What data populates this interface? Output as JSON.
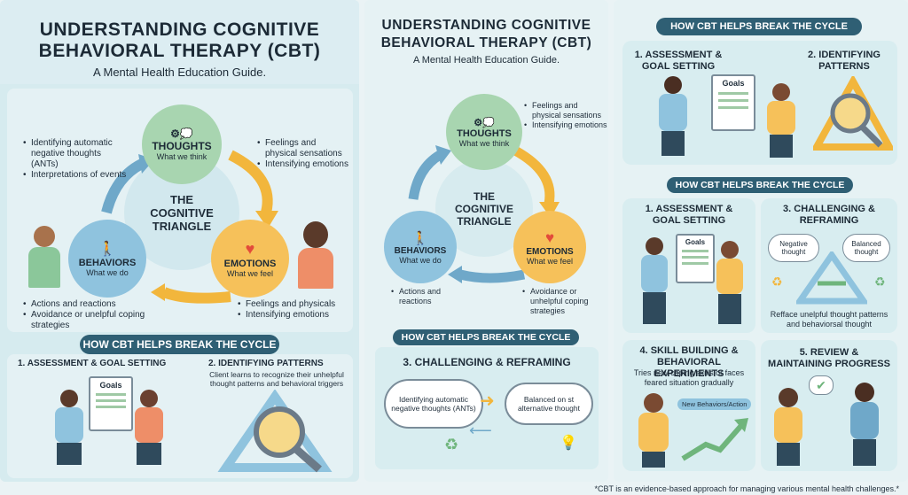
{
  "panel1": {
    "title_line1": "UNDERSTANDING COGNITIVE",
    "title_line2": "BEHAVIORAL THERAPY (CBT)",
    "subtitle": "A Mental Health Education Guide.",
    "center": [
      "THE",
      "COGNITIVE",
      "TRIANGLE"
    ],
    "thoughts": {
      "label": "THOUGHTS",
      "sub": "What we think"
    },
    "emotions": {
      "label": "EMOTIONS",
      "sub": "What we feel"
    },
    "behaviors": {
      "label": "BEHAVIORS",
      "sub": "What we do"
    },
    "left_bullets": [
      "Identifying automatic negative thoughts (ANTs)",
      "Interpretations of events"
    ],
    "right_bullets": [
      "Feelings and physical sensations",
      "Intensifying emotions"
    ],
    "bottom_left_bullets": [
      "Actions and reactions",
      "Avoidance or unelpful coping strategies"
    ],
    "bottom_right_bullets": [
      "Feelings and physicals",
      "Intensifying emotions"
    ],
    "band": "HOW CBT HELPS BREAK THE CYCLE",
    "step1": "1. ASSESSMENT & GOAL SETTING",
    "step2": "2. IDENTIFYING PATTERNS",
    "step2_body": "Client learns to recognize their unhelpful thought patterns and behavioral triggers",
    "goals": "Goals"
  },
  "panel2": {
    "title_line1": "UNDERSTANDING COGNITIVE",
    "title_line2": "BEHAVIORAL THERAPY (CBT)",
    "subtitle": "A Mental Health Education Guide.",
    "center": [
      "THE",
      "COGNITIVE",
      "TRIANGLE"
    ],
    "thoughts": {
      "label": "THOUGHTS",
      "sub": "What we think"
    },
    "emotions": {
      "label": "EMOTIONS",
      "sub": "What we feel"
    },
    "behaviors": {
      "label": "BEHAVIORS",
      "sub": "What we do"
    },
    "top_bullets": [
      "Feelings and physical sensations",
      "Intensifying emotions"
    ],
    "left_bullets": [
      "Actions and reactions"
    ],
    "right_bullets": [
      "Avoidance or unhelpful coping strategies"
    ],
    "band": "HOW CBT HELPS BREAK THE CYCLE",
    "step3": "3. CHALLENGING & REFRAMING",
    "cloud_left": "Identifying automatic negative thoughts (ANTs)",
    "cloud_right": "Balanced on st alternative thought"
  },
  "panel3": {
    "band_top": "HOW CBT HELPS BREAK THE CYCLE",
    "s1": "1. ASSESSMENT & GOAL SETTING",
    "s2": "2. IDENTIFYING PATTERNS",
    "goals": "Goals",
    "band_mid": "HOW CBT HELPS BREAK THE CYCLE",
    "c1": "1. ASSESSMENT & GOAL SETTING",
    "c3": "3. CHALLENGING & REFRAMING",
    "neg": "Negative thought",
    "bal": "Balanced thought",
    "c3_body": "Refface unelpful thought patterns and behaviorsal thought",
    "c4": "4. SKILL BUILDING & BEHAVIORAL EXPERIMENTS",
    "c4_body": "Tries new coping skills or faces feared situation gradually",
    "c4_tag": "New Behaviors/Action",
    "c5": "5. REVIEW & MAINTAINING PROGRESS"
  },
  "footnote": "*CBT is an evidence-based approach for managing various mental health challenges.*",
  "colors": {
    "thoughts": "#a8d5b0",
    "emotions": "#f6c15a",
    "behaviors": "#8fc3de",
    "band": "#2f5f74",
    "arrow": "#f2b63c",
    "arrow_blue": "#6fa8c9"
  }
}
